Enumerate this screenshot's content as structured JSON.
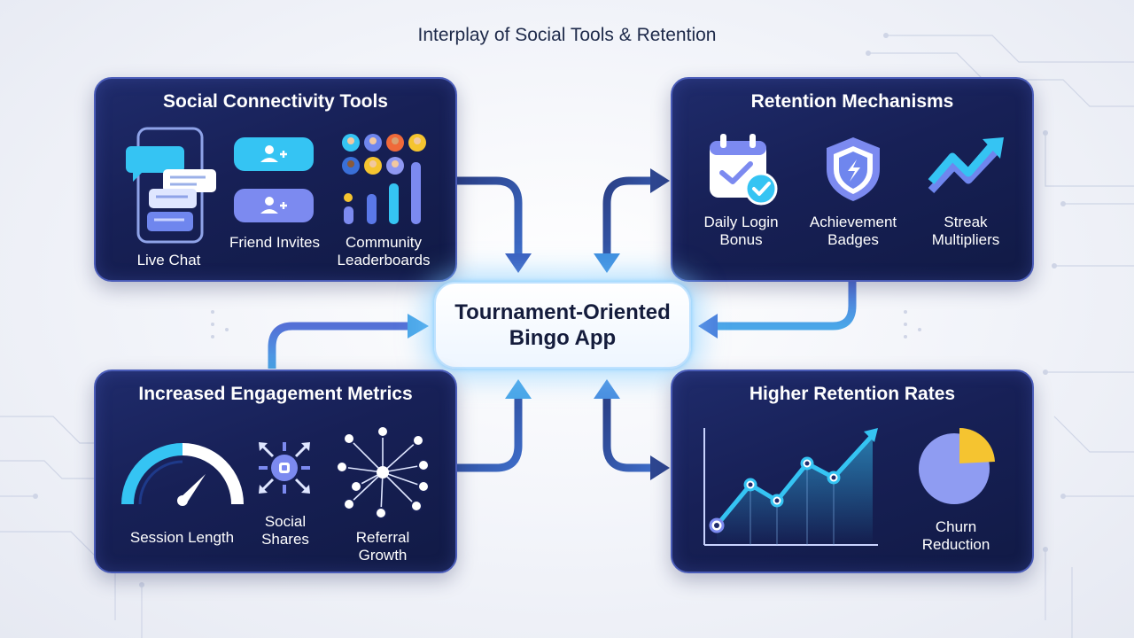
{
  "title": "Interplay of Social Tools & Retention",
  "center": {
    "label": "Tournament-Oriented\nBingo App"
  },
  "panels": {
    "social": {
      "title": "Social Connectivity Tools",
      "items": [
        {
          "label": "Live Chat",
          "icon": "chat-phone-icon"
        },
        {
          "label": "Friend Invites",
          "icon": "add-friend-icon"
        },
        {
          "label": "Community\nLeaderboards",
          "icon": "leaderboard-icon"
        }
      ]
    },
    "retention": {
      "title": "Retention Mechanisms",
      "items": [
        {
          "label": "Daily Login\nBonus",
          "icon": "calendar-check-icon"
        },
        {
          "label": "Achievement\nBadges",
          "icon": "shield-badge-icon"
        },
        {
          "label": "Streak\nMultipliers",
          "icon": "trend-up-icon"
        }
      ]
    },
    "engagement": {
      "title": "Increased Engagement Metrics",
      "items": [
        {
          "label": "Session Length",
          "icon": "gauge-icon"
        },
        {
          "label": "Social\nShares",
          "icon": "share-burst-icon"
        },
        {
          "label": "Referral\nGrowth",
          "icon": "network-icon"
        }
      ]
    },
    "rates": {
      "title": "Higher Retention Rates",
      "items": [
        {
          "label": "Churn\nReduction",
          "icon": "pie-chart-icon"
        }
      ]
    }
  },
  "colors": {
    "panel_bg": "#172056",
    "panel_border": "#4a5cb8",
    "accent_cyan": "#2fb8f0",
    "accent_purple": "#7c84f0",
    "accent_yellow": "#f5c430",
    "arrow_dark": "#2a3f86",
    "arrow_light": "#4aa6e8"
  }
}
